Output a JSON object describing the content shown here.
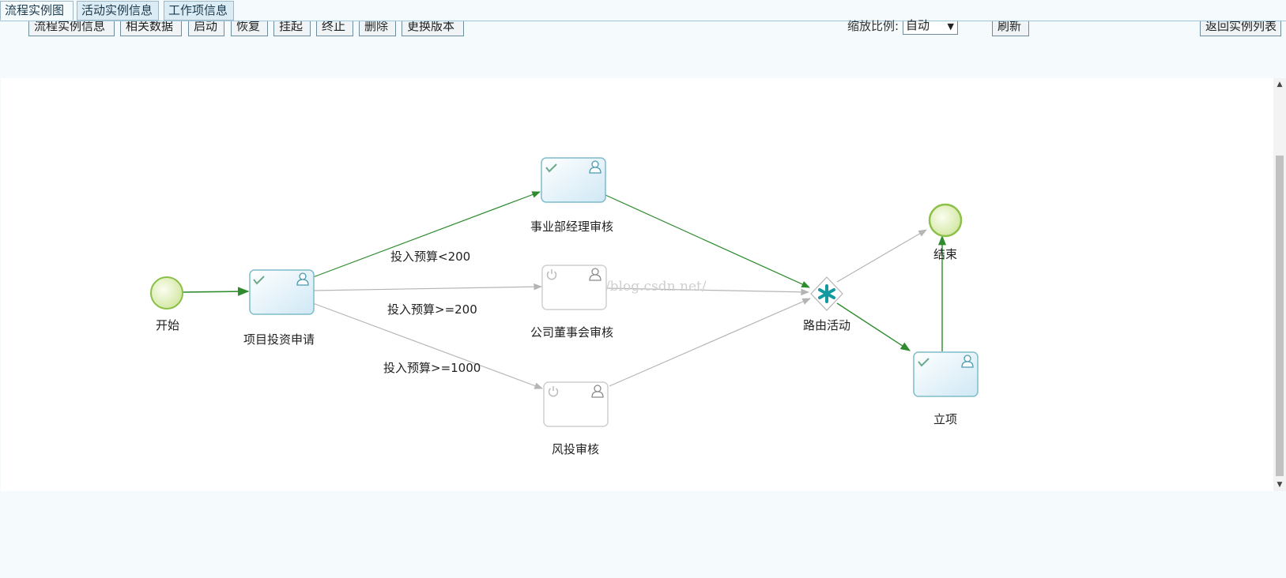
{
  "tabs": [
    {
      "label": "流程实例图"
    },
    {
      "label": "活动实例信息"
    },
    {
      "label": "工作项信息"
    }
  ],
  "toolbar": {
    "buttons": [
      {
        "label": "流程实例信息"
      },
      {
        "label": "相关数据"
      },
      {
        "label": "启动"
      },
      {
        "label": "恢复"
      },
      {
        "label": "挂起"
      },
      {
        "label": "终止"
      },
      {
        "label": "删除"
      },
      {
        "label": "更换版本"
      }
    ],
    "zoom_label": "缩放比例:",
    "zoom_value": "自动",
    "refresh_label": "刷新",
    "back_label": "返回实例列表"
  },
  "diagram": {
    "nodes": {
      "start": {
        "label": "开始",
        "kind": "start-event"
      },
      "apply": {
        "label": "项目投资申请",
        "kind": "task",
        "status": "completed"
      },
      "dept": {
        "label": "事业部经理审核",
        "kind": "task",
        "status": "completed"
      },
      "board": {
        "label": "公司董事会审核",
        "kind": "task",
        "status": "inactive"
      },
      "vc": {
        "label": "风投审核",
        "kind": "task",
        "status": "inactive"
      },
      "route": {
        "label": "路由活动",
        "kind": "gateway"
      },
      "end": {
        "label": "结束",
        "kind": "end-event"
      },
      "approve": {
        "label": "立项",
        "kind": "task",
        "status": "completed"
      }
    },
    "conditions": {
      "c1": "投入预算<200",
      "c2": "投入预算>=200",
      "c3": "投入预算>=1000"
    },
    "watermark": "http://blog.csdn.net/",
    "colors": {
      "active_flow": "#2e8b2e",
      "inactive_flow": "#b5b5b5",
      "task_border": "#7fbcc9",
      "task_fill": "#e3f2fa",
      "gateway": "#139aa0",
      "event_fill": "#d9ebb0",
      "event_border": "#8cc04a"
    },
    "icons": {
      "completed": "check-icon",
      "inactive": "power-icon",
      "user": "user-icon",
      "gateway": "asterisk-icon"
    }
  }
}
